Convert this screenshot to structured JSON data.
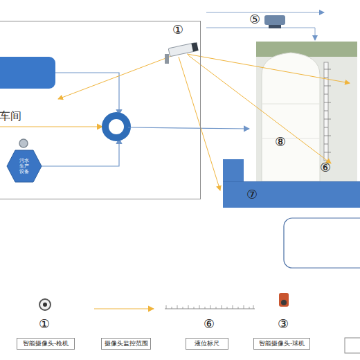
{
  "diagram": {
    "nodes": [
      {
        "text": [
          "车间"
        ]
      },
      {
        "text": [
          "污水生产设备"
        ],
        "in": 0
      },
      {
        "text": [
          "⑧"
        ]
      },
      {
        "text": [
          "⑦"
        ]
      }
    ],
    "labels": [
      "①",
      "⑤",
      "⑥",
      "①",
      "⑥",
      "③"
    ],
    "legend": [
      {
        "text": "智能摄像头-枪机"
      },
      {
        "text": "摄像头监控范围"
      },
      {
        "text": "液位标尺"
      },
      {
        "text": "智能摄像头-球机"
      }
    ]
  }
}
